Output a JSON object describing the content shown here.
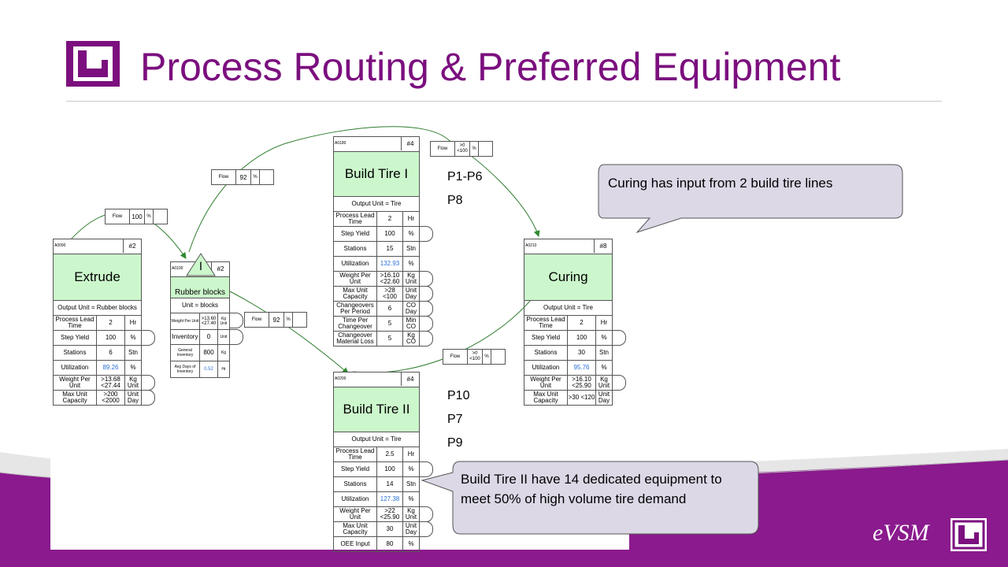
{
  "slide": {
    "title": "Process Routing & Preferred Equipment"
  },
  "colors": {
    "accent": "#7b0f7e",
    "process_fill": "#ccf7cc",
    "callout_fill": "#dcd8e6"
  },
  "processes": {
    "extrude": {
      "id": "A0090",
      "num": "#2",
      "name": "Extrude",
      "output_unit": "Output Unit = Rubber blocks",
      "rows": [
        {
          "label": "Process Lead Time",
          "value": "2",
          "unit": "Hr"
        },
        {
          "label": "Step Yield",
          "value": "100",
          "unit": "%"
        },
        {
          "label": "Stations",
          "value": "6",
          "unit": "Stn"
        },
        {
          "label": "Utilization",
          "value": "89.26",
          "unit": "%"
        },
        {
          "label": "Weight Per Unit",
          "value": ">13.68 <27.44",
          "unit": "Kg Unit"
        },
        {
          "label": "Max Unit Capacity",
          "value": ">200 <2000",
          "unit": "Unit Day"
        }
      ]
    },
    "rubber": {
      "id": "A0100",
      "num": "#2",
      "name": "Rubber blocks",
      "output_unit": "Unit = blocks",
      "rows": [
        {
          "label": "Weight Per Unit",
          "value": ">13.60 <27.40",
          "unit": "Kg Unit"
        },
        {
          "label": "Inventory",
          "value": "0",
          "unit": "Unit"
        },
        {
          "label": "General Inventory",
          "value": "800",
          "unit": "Kg"
        },
        {
          "label": "Avg Days of Inventory",
          "value": "0.52",
          "unit": "Hr"
        }
      ],
      "triangle_glyph": "I"
    },
    "build1": {
      "id": "A0180",
      "num": "#4",
      "name": "Build Tire I",
      "output_unit": "Output Unit = Tire",
      "rows": [
        {
          "label": "Process Lead Time",
          "value": "2",
          "unit": "Hr"
        },
        {
          "label": "Step Yield",
          "value": "100",
          "unit": "%"
        },
        {
          "label": "Stations",
          "value": "15",
          "unit": "Stn"
        },
        {
          "label": "Utilization",
          "value": "132.93",
          "unit": "%"
        },
        {
          "label": "Weight Per Unit",
          "value": ">16.10 <22.60",
          "unit": "Kg Unit"
        },
        {
          "label": "Max Unit Capacity",
          "value": ">28 <100",
          "unit": "Unit Day"
        },
        {
          "label": "Changeovers Per Period",
          "value": "6",
          "unit": "CO Day"
        },
        {
          "label": "Time Per Changeover",
          "value": "5",
          "unit": "Min CO"
        },
        {
          "label": "Changeover Material Loss",
          "value": "5",
          "unit": "Kg CO"
        }
      ]
    },
    "build2": {
      "id": "A0200",
      "num": "#4",
      "name": "Build Tire II",
      "output_unit": "Output Unit = Tire",
      "rows": [
        {
          "label": "Process Lead Time",
          "value": "2.5",
          "unit": "Hr"
        },
        {
          "label": "Step Yield",
          "value": "100",
          "unit": "%"
        },
        {
          "label": "Stations",
          "value": "14",
          "unit": "Stn"
        },
        {
          "label": "Utilization",
          "value": "127.38",
          "unit": "%"
        },
        {
          "label": "Weight Per Unit",
          "value": ">22 <25.90",
          "unit": "Kg Unit"
        },
        {
          "label": "Max Unit Capacity",
          "value": "30",
          "unit": "Unit Day"
        },
        {
          "label": "OEE Input",
          "value": "80",
          "unit": "%"
        }
      ]
    },
    "curing": {
      "id": "A0210",
      "num": "#8",
      "name": "Curing",
      "output_unit": "Output Unit = Tire",
      "rows": [
        {
          "label": "Process Lead Time",
          "value": "2",
          "unit": "Hr"
        },
        {
          "label": "Step Yield",
          "value": "100",
          "unit": "%"
        },
        {
          "label": "Stations",
          "value": "30",
          "unit": "Stn"
        },
        {
          "label": "Utilization",
          "value": "95.76",
          "unit": "%"
        },
        {
          "label": "Weight Per Unit",
          "value": ">16.10 <25.90",
          "unit": "Kg Unit"
        },
        {
          "label": "Max Unit Capacity",
          "value": ">30 <120",
          "unit": "Unit Day"
        }
      ]
    }
  },
  "flows": {
    "f1": {
      "label": "Flow",
      "value": "100",
      "unit": "%"
    },
    "f2": {
      "label": "Flow",
      "value": "92",
      "unit": "%"
    },
    "f3": {
      "label": "Flow",
      "value": "92",
      "unit": "%"
    },
    "f4": {
      "label": "Flow",
      "value": ">0 <100",
      "unit": "%"
    },
    "f5": {
      "label": "Flow",
      "value": ">0 <100",
      "unit": "%"
    }
  },
  "product_labels": {
    "build1": [
      "P1-P6",
      "P8"
    ],
    "build2": [
      "P10",
      "P7",
      "P9"
    ]
  },
  "callouts": {
    "curing": "Curing has input from 2 build tire lines",
    "build2": "Build Tire II have 14 dedicated equipment to meet 50% of high volume tire demand"
  },
  "brand": {
    "name": "eVSM"
  }
}
